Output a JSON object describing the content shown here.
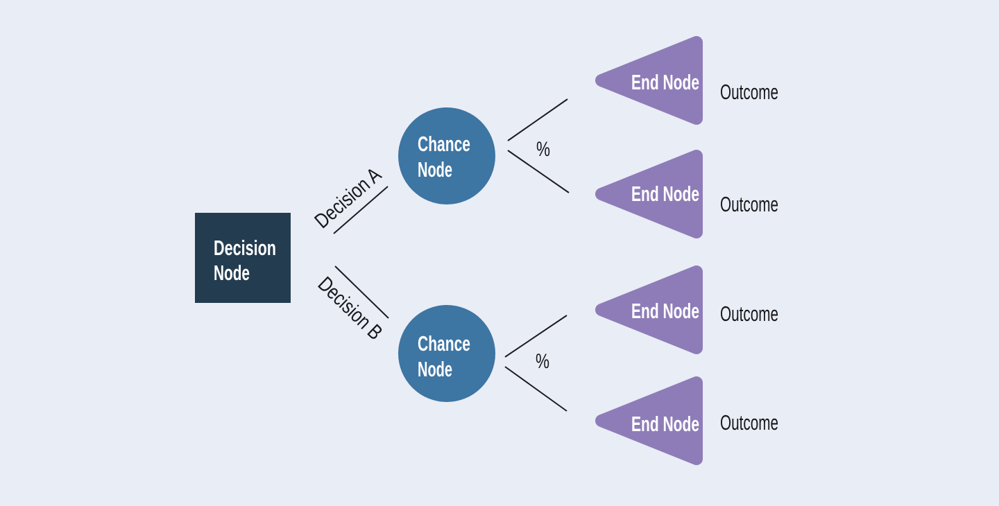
{
  "diagram": {
    "type": "decision-tree",
    "colors": {
      "background": "#e9edf6",
      "decision_node": "#233c50",
      "chance_node": "#3d75a3",
      "end_node": "#8e7cb8",
      "line": "#1b1b1f",
      "text_dark": "#17181c",
      "text_light": "#ffffff"
    },
    "decision_node": {
      "line1": "Decision",
      "line2": "Node"
    },
    "branches": [
      {
        "label": "Decision A"
      },
      {
        "label": "Decision B"
      }
    ],
    "chance_nodes": [
      {
        "line1": "Chance",
        "line2": "Node",
        "probability_label": "%"
      },
      {
        "line1": "Chance",
        "line2": "Node",
        "probability_label": "%"
      }
    ],
    "end_nodes": [
      {
        "label": "End Node",
        "outcome": "Outcome"
      },
      {
        "label": "End Node",
        "outcome": "Outcome"
      },
      {
        "label": "End Node",
        "outcome": "Outcome"
      },
      {
        "label": "End Node",
        "outcome": "Outcome"
      }
    ]
  }
}
